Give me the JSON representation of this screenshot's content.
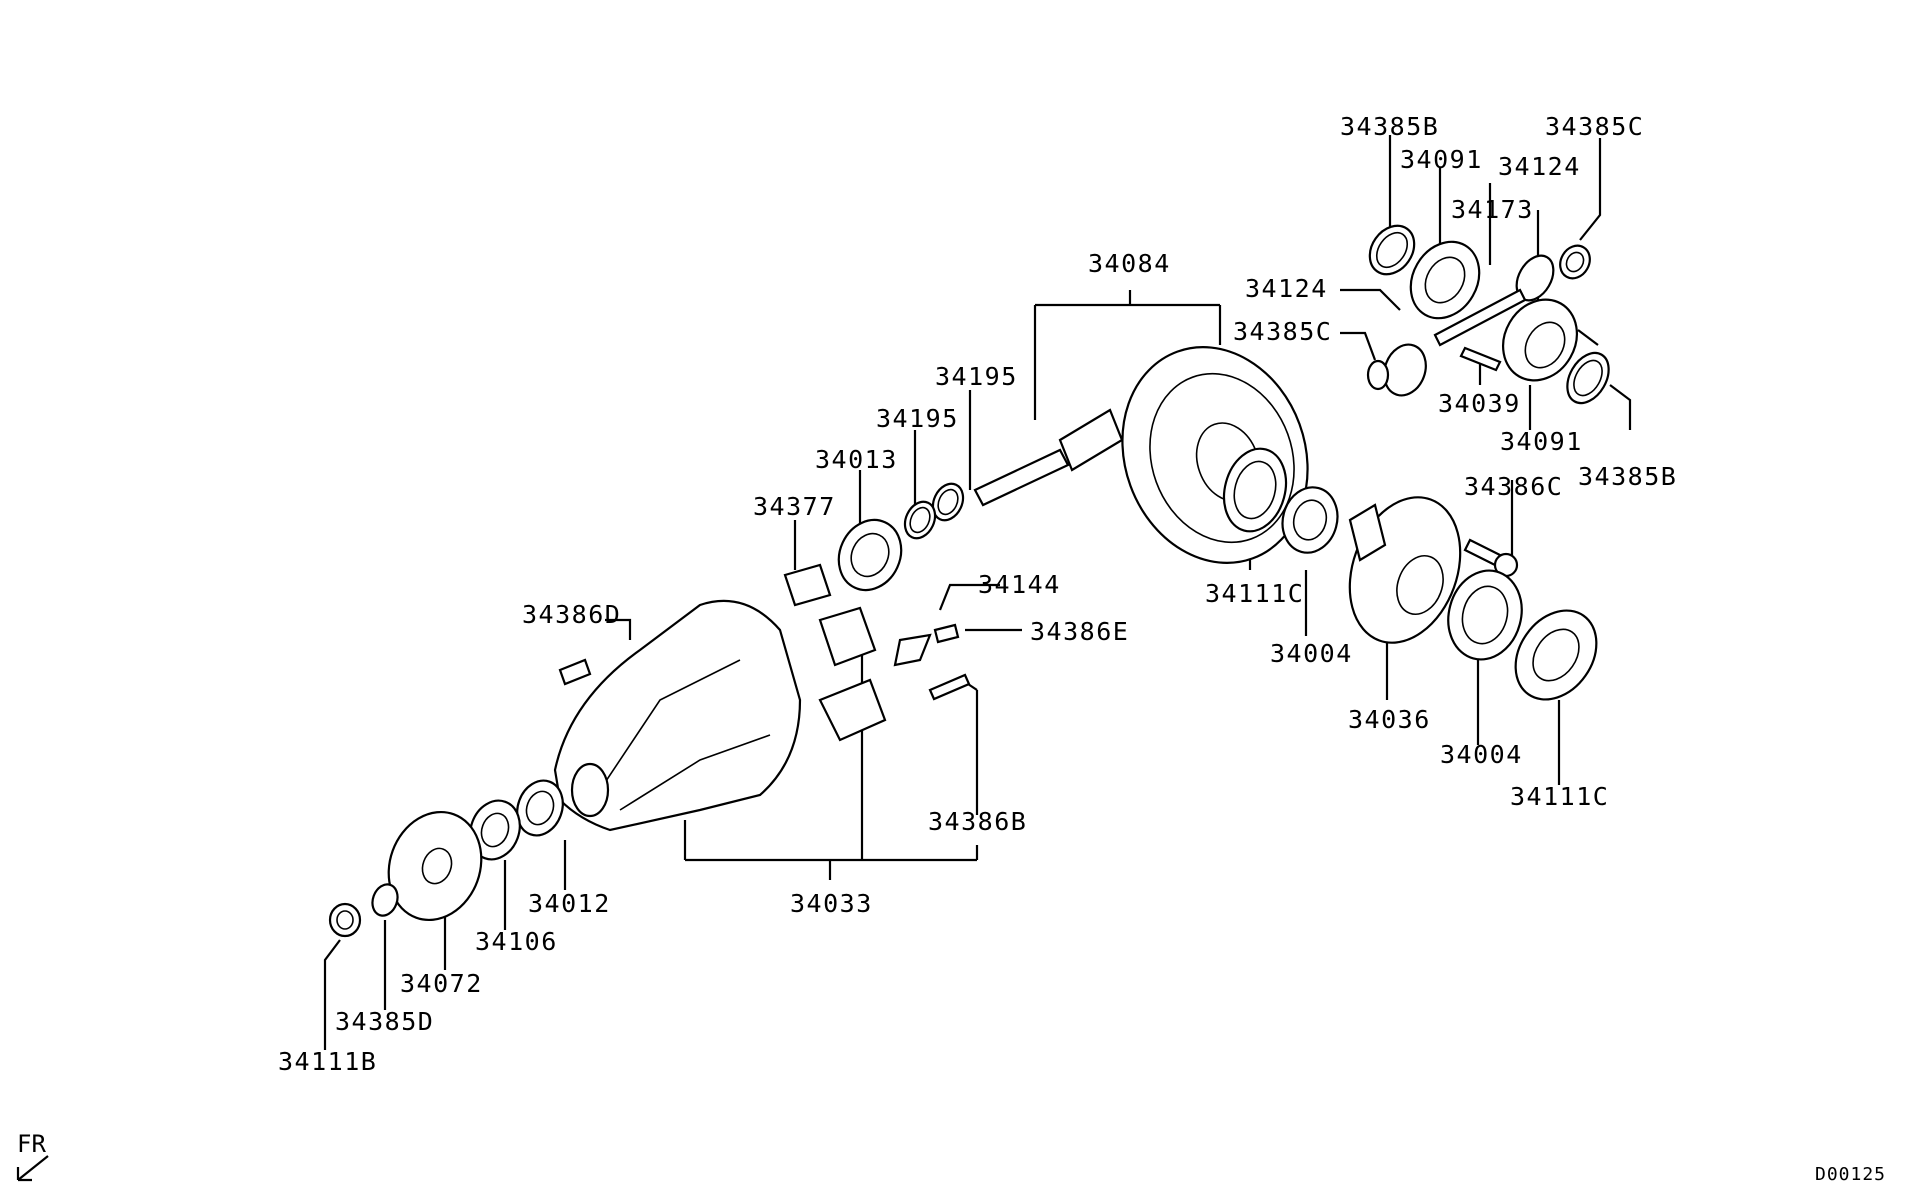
{
  "figure_code": "D00125",
  "direction_label": "FR",
  "labels": {
    "p34385B_top": "34385B",
    "p34091_top": "34091",
    "p34124_top": "34124",
    "p34385C_top": "34385C",
    "p34173": "34173",
    "p34084": "34084",
    "p34124_mid": "34124",
    "p34385C_mid": "34385C",
    "p34039": "34039",
    "p34091_bot": "34091",
    "p34385B_bot": "34385B",
    "p34195_a": "34195",
    "p34195_b": "34195",
    "p34013": "34013",
    "p34377": "34377",
    "p34386C": "34386C",
    "p34144": "34144",
    "p34386E": "34386E",
    "p34386D": "34386D",
    "p34111C_a": "34111C",
    "p34004_a": "34004",
    "p34036": "34036",
    "p34004_b": "34004",
    "p34111C_b": "34111C",
    "p34386B": "34386B",
    "p34033": "34033",
    "p34012": "34012",
    "p34106": "34106",
    "p34072": "34072",
    "p34385D": "34385D",
    "p34111B": "34111B"
  }
}
